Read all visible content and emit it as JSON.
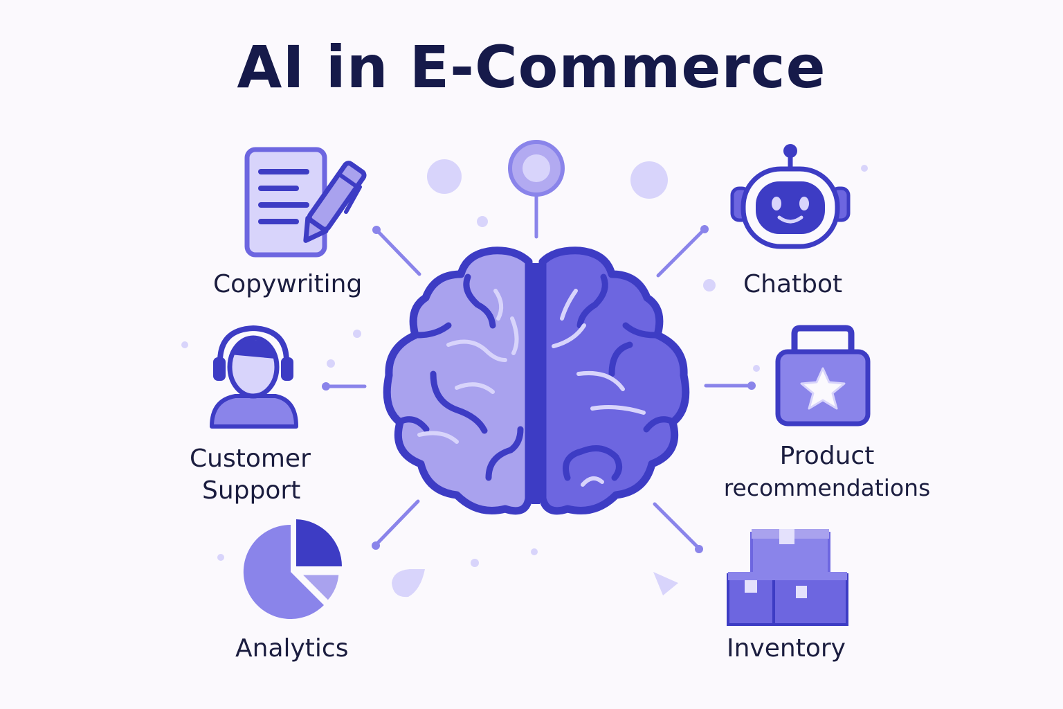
{
  "title": "AI in E-Commerce",
  "colors": {
    "dark": "#3d3cc4",
    "medium": "#6d66e0",
    "light": "#a9a2ee",
    "pale": "#d8d4fb",
    "background": "#fbf9fd",
    "text": "#1b1d3f"
  },
  "center": {
    "icon": "brain-icon"
  },
  "features": [
    {
      "id": "copywriting",
      "icon": "document-pen-icon",
      "lines": [
        "Copywriting"
      ]
    },
    {
      "id": "customer-support",
      "icon": "headset-person-icon",
      "lines": [
        "Customer",
        "Support"
      ]
    },
    {
      "id": "analytics",
      "icon": "pie-chart-icon",
      "lines": [
        "Analytics"
      ]
    },
    {
      "id": "chatbot",
      "icon": "robot-icon",
      "lines": [
        "Chatbot"
      ]
    },
    {
      "id": "product-recommendations",
      "icon": "shopping-bag-star-icon",
      "lines": [
        "Product",
        "recommendations"
      ]
    },
    {
      "id": "inventory",
      "icon": "boxes-icon",
      "lines": [
        "Inventory"
      ]
    }
  ]
}
